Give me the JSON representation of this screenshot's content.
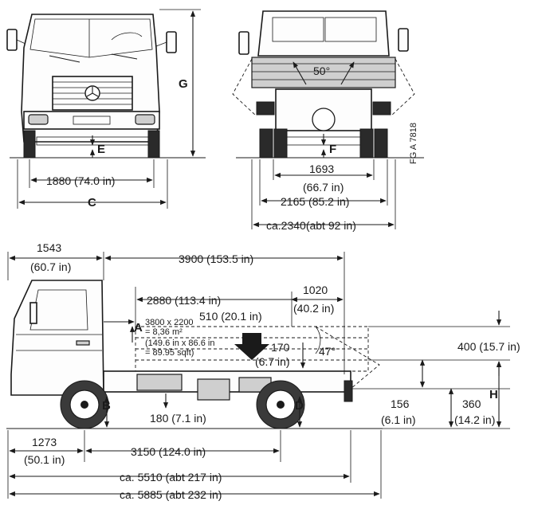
{
  "front_view": {
    "track_front": "1880 (74.0 in)",
    "label_c": "C",
    "label_g": "G",
    "label_e": "E"
  },
  "rear_view": {
    "tipping_angle": "50°",
    "track_rear_line1": "1693",
    "track_rear_line2": "(66.7 in)",
    "width_rear": "2165 (85.2 in)",
    "overall_width": "ca.2340(abt 92 in)",
    "label_f": "F",
    "drawing_ref": "FG A 7818"
  },
  "side_view": {
    "front_overhang_line1": "1543",
    "front_overhang_line2": "(60.7 in)",
    "cab_to_end": "3900 (153.5 in)",
    "body_length": "2880 (113.4 in)",
    "rear_overhang_line1": "1020",
    "rear_overhang_line2": "(40.2 in)",
    "body_offset": "510 (20.1 in)",
    "platform_line1": "3800 x 2200",
    "platform_line2": "= 8,36 m²",
    "platform_line3": "(149.6 in x 86.6 in",
    "platform_line4": "= 89.95 sqft)",
    "subframe_line1": "170",
    "subframe_line2": "(6.7 in)",
    "side_angle": "47°",
    "side_height": "400 (15.7 in)",
    "ground_clear_front": "180 (7.1 in)",
    "ground_clear_rear_line1": "156",
    "ground_clear_rear_line2": "(6.1 in)",
    "hitch_line1": "360",
    "hitch_line2": "(14.2 in)",
    "front_axle_pos_line1": "1273",
    "front_axle_pos_line2": "(50.1 in)",
    "wheelbase": "3150 (124.0 in)",
    "length_chassis": "ca. 5510 (abt 217 in)",
    "length_overall": "ca. 5885 (abt 232 in)",
    "label_a": "A",
    "label_b": "B",
    "label_d": "D",
    "label_h": "H"
  }
}
